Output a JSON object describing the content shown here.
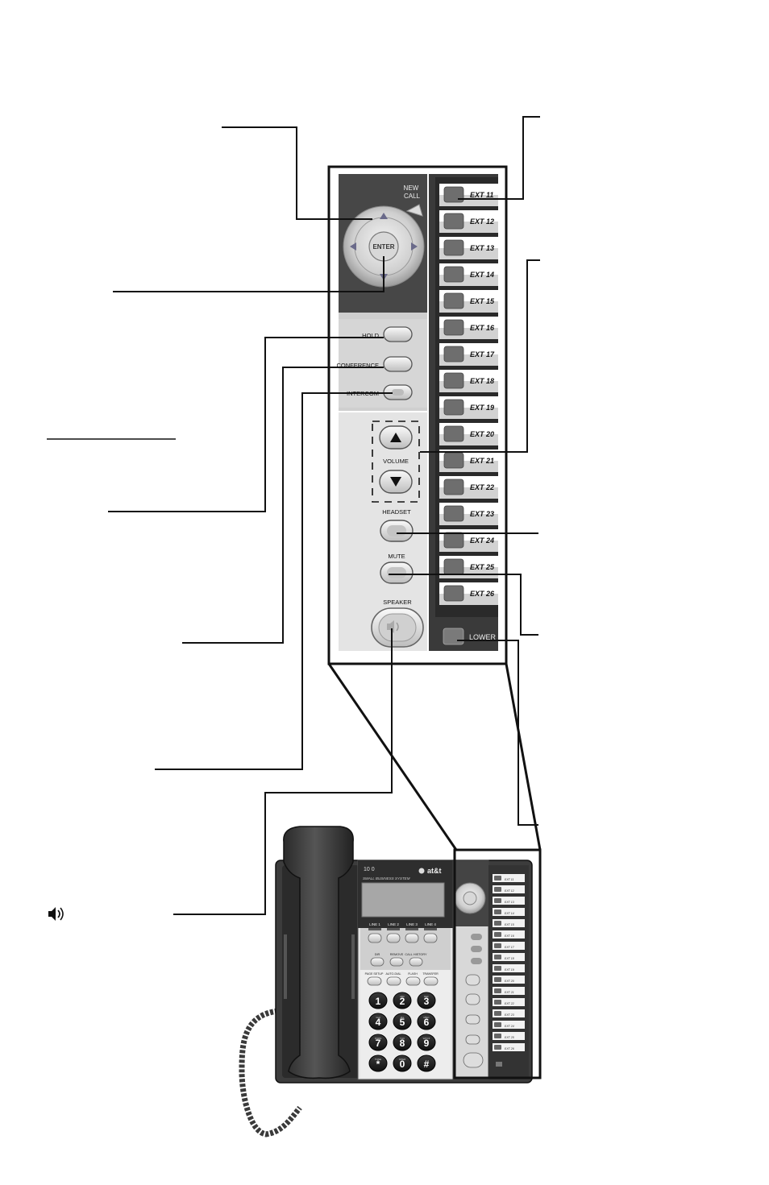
{
  "enlarged_panel": {
    "new_call_label": "NEW\nCALL",
    "enter_label": "ENTER",
    "hold_label": "HOLD",
    "conference_label": "CONFERENCE",
    "intercom_label": "INTERCOM",
    "volume_label": "VOLUME",
    "headset_label": "HEADSET",
    "mute_label": "MUTE",
    "speaker_label": "SPEAKER",
    "lower_label": "LOWER",
    "extensions": [
      "EXT 11",
      "EXT 12",
      "EXT 13",
      "EXT 14",
      "EXT 15",
      "EXT 16",
      "EXT 17",
      "EXT 18",
      "EXT 19",
      "EXT 20",
      "EXT 21",
      "EXT 22",
      "EXT 23",
      "EXT 24",
      "EXT 25",
      "EXT 26"
    ]
  },
  "phone": {
    "brand": "at&t",
    "model_text": "SMALL BUSINESS SYSTEM",
    "screen_prefix": "10 0",
    "line_labels": [
      "LINE 1",
      "LINE 2",
      "LINE 3",
      "LINE 4"
    ],
    "function_labels": [
      "DIR",
      "REMOVE",
      "CALL HISTORY"
    ],
    "feature_labels": [
      "PAGE SETUP",
      "AUTO-DIAL",
      "FLASH",
      "TRANSFER"
    ],
    "keypad": [
      {
        "digit": "1",
        "letters": ""
      },
      {
        "digit": "2",
        "letters": "ABC"
      },
      {
        "digit": "3",
        "letters": "DEF"
      },
      {
        "digit": "4",
        "letters": "GHI"
      },
      {
        "digit": "5",
        "letters": "JKL"
      },
      {
        "digit": "6",
        "letters": "MNO"
      },
      {
        "digit": "7",
        "letters": "PQRS"
      },
      {
        "digit": "8",
        "letters": "TUV"
      },
      {
        "digit": "9",
        "letters": "WXYZ"
      },
      {
        "digit": "*",
        "letters": "TONE"
      },
      {
        "digit": "0",
        "letters": "OPER"
      },
      {
        "digit": "#",
        "letters": ""
      }
    ]
  },
  "speaker_symbol": "speaker-icon",
  "colors": {
    "panel_dark": "#4a4a4a",
    "panel_light": "#dcdcdc",
    "ext_strip": "#3a3a3a",
    "phone_body": "#3c3c3c"
  }
}
